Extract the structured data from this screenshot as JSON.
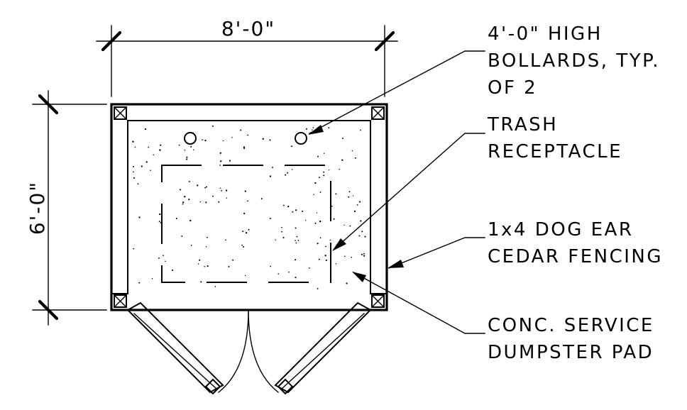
{
  "dimensions": {
    "width_label": "8'-0\"",
    "height_label": "6'-0\""
  },
  "annotations": {
    "bollards": [
      "4'-0\" HIGH",
      "BOLLARDS, TYP.",
      "OF 2"
    ],
    "trash": [
      "TRASH",
      "RECEPTACLE"
    ],
    "fencing": [
      "1x4 DOG EAR",
      "CEDAR FENCING"
    ],
    "pad": [
      "CONC. SERVICE",
      "DUMPSTER PAD"
    ]
  }
}
